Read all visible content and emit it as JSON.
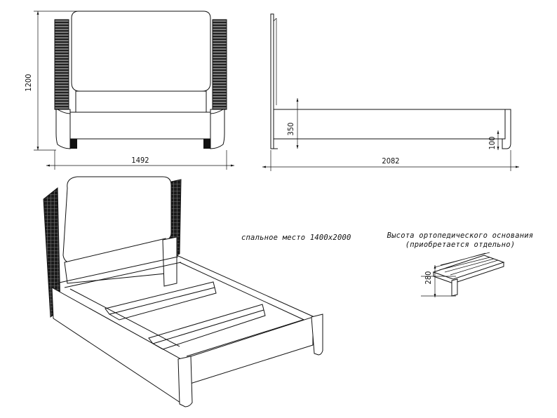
{
  "front_view": {
    "height_dim": "1200",
    "width_dim": "1492"
  },
  "side_view": {
    "length_dim": "2082",
    "side_height_dim": "350",
    "leg_height_dim": "100"
  },
  "iso_view": {
    "sleeping_place_note": "спальное место 1400х2000"
  },
  "slat_base": {
    "note_line1": "Высота ортопедического основания",
    "note_line2": "(приобретается отдельно)",
    "height_dim": "280"
  }
}
